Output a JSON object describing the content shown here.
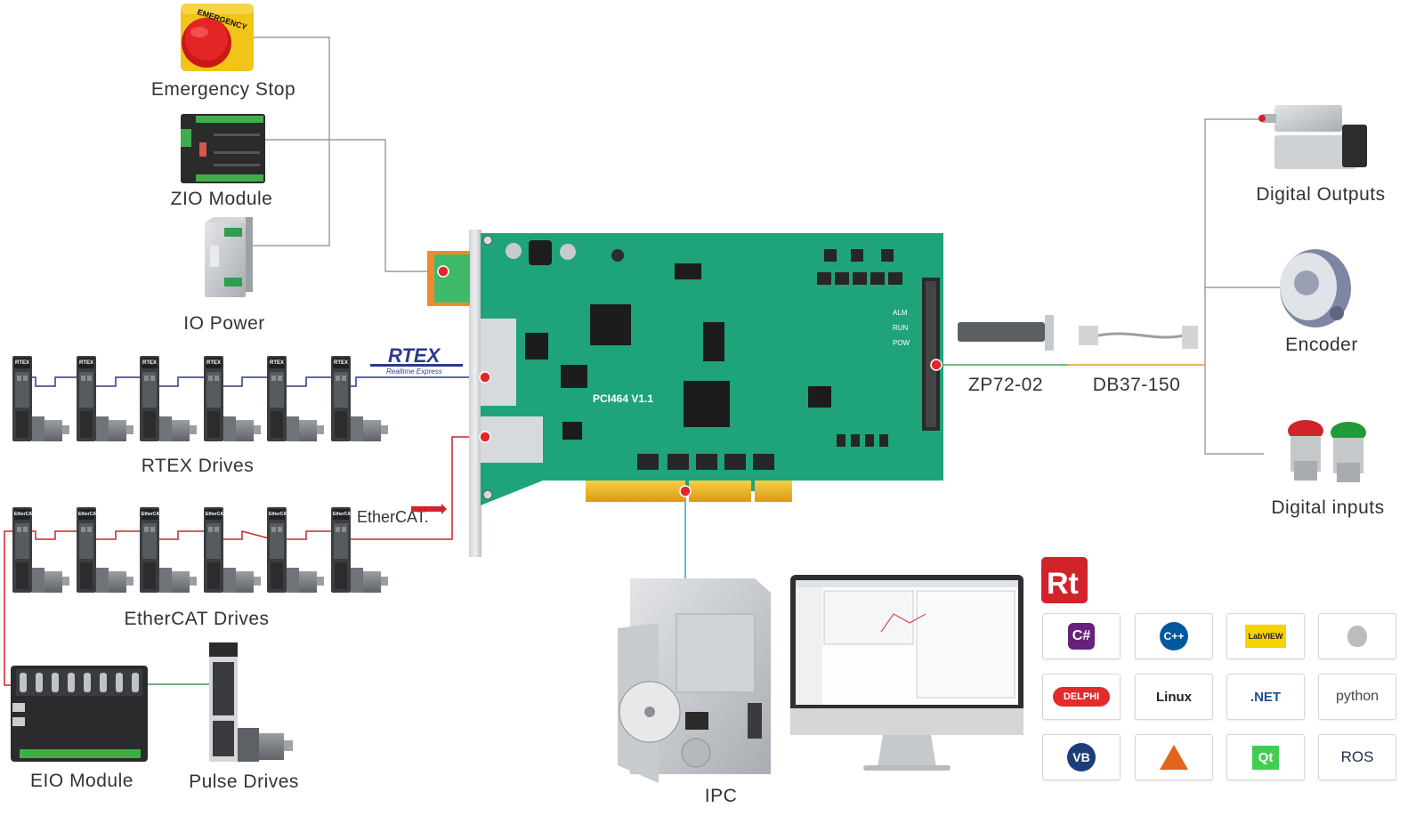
{
  "labels": {
    "emergency_stop": "Emergency Stop",
    "zio_module": "ZIO Module",
    "io_power": "IO Power",
    "rtex_drives": "RTEX Drives",
    "ethercat_drives": "EtherCAT Drives",
    "eio_module": "EIO Module",
    "pulse_drives": "Pulse  Drives",
    "ipc": "IPC",
    "digital_outputs": "Digital Outputs",
    "encoder": "Encoder",
    "digital_inputs": "Digital inputs",
    "zp72": "ZP72-02",
    "db37": "DB37-150"
  },
  "board": {
    "name": "PCI464 V1.1",
    "leds": [
      "ALM",
      "RUN",
      "POW"
    ]
  },
  "buses": {
    "rtex_logo": "RTEX",
    "rtex_sub": "Realtime Express",
    "ethercat_logo": "EtherCAT."
  },
  "drive_badges": {
    "rtex": "RTEX",
    "ethercat": "EtherCAT"
  },
  "estop_text": "EMERGENCY",
  "software": {
    "rt_logo": "Rt",
    "tiles": [
      {
        "name": "csharp",
        "text": "C#"
      },
      {
        "name": "cpp",
        "text": "C++"
      },
      {
        "name": "labview",
        "text": "LabVIEW"
      },
      {
        "name": "apple",
        "text": ""
      },
      {
        "name": "delphi",
        "text": "DELPHI"
      },
      {
        "name": "linux",
        "text": "Linux"
      },
      {
        "name": "dotnet",
        "text": ".NET"
      },
      {
        "name": "python",
        "text": "python"
      },
      {
        "name": "vb",
        "text": "VB"
      },
      {
        "name": "matlab",
        "text": ""
      },
      {
        "name": "qt",
        "text": "Qt"
      },
      {
        "name": "ros",
        "text": "ROS"
      }
    ]
  },
  "colors": {
    "board_green": "#1fa37a",
    "rtex_line": "#2d3a8c",
    "ethercat_line": "#d0232a",
    "eio_line": "#2e9e4f",
    "ipc_line": "#3aa0d0",
    "io_line": "#888888",
    "cable_green": "#3aae4a",
    "cable_orange": "#f0962e"
  }
}
